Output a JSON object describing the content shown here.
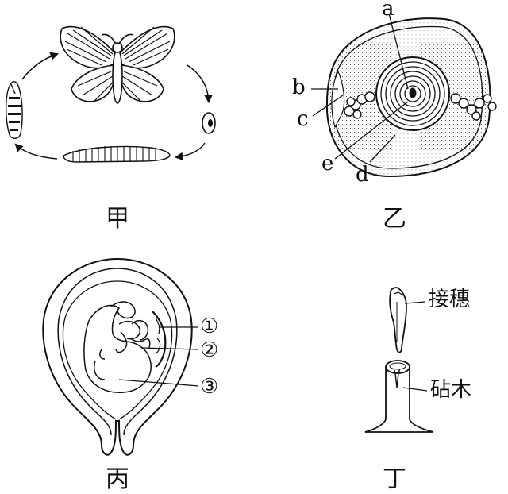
{
  "panels": {
    "jia": {
      "caption": "甲"
    },
    "yi": {
      "caption": "乙",
      "labels": [
        "a",
        "b",
        "c",
        "d",
        "e"
      ]
    },
    "bing": {
      "caption": "丙",
      "labels": [
        "①",
        "②",
        "③"
      ]
    },
    "ding": {
      "caption": "丁",
      "scion": "接穗",
      "stock": "砧木"
    }
  }
}
